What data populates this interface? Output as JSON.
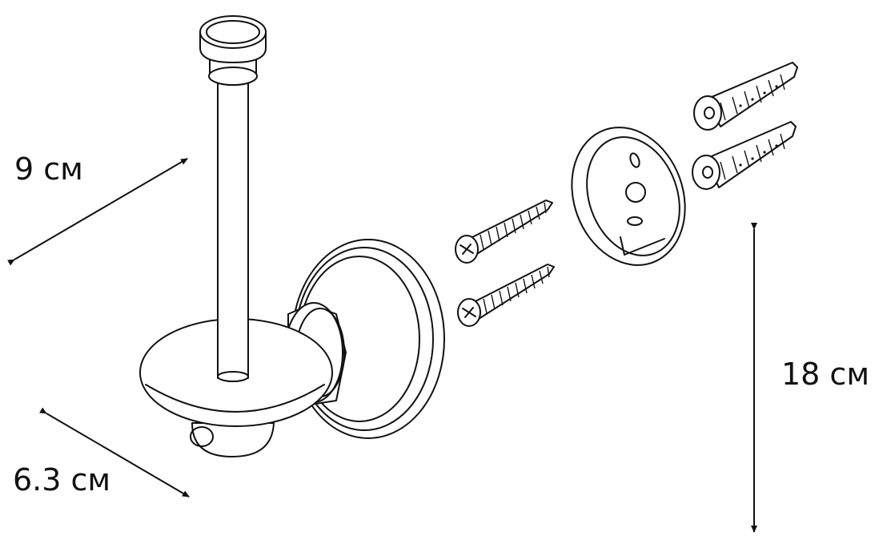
{
  "diagram": {
    "dimensions": {
      "depth": "9 см",
      "width": "6.3 см",
      "height": "18 см"
    },
    "parts": [
      {
        "name": "spare-roll-holder",
        "icon": "roll-holder-drawing"
      },
      {
        "name": "wall-base",
        "icon": "wall-plate-drawing"
      },
      {
        "name": "screw",
        "count": 2,
        "icon": "screw-drawing"
      },
      {
        "name": "wall-plug",
        "count": 2,
        "icon": "dowel-drawing"
      }
    ],
    "colors": {
      "line": "#111111",
      "background": "#ffffff"
    }
  }
}
